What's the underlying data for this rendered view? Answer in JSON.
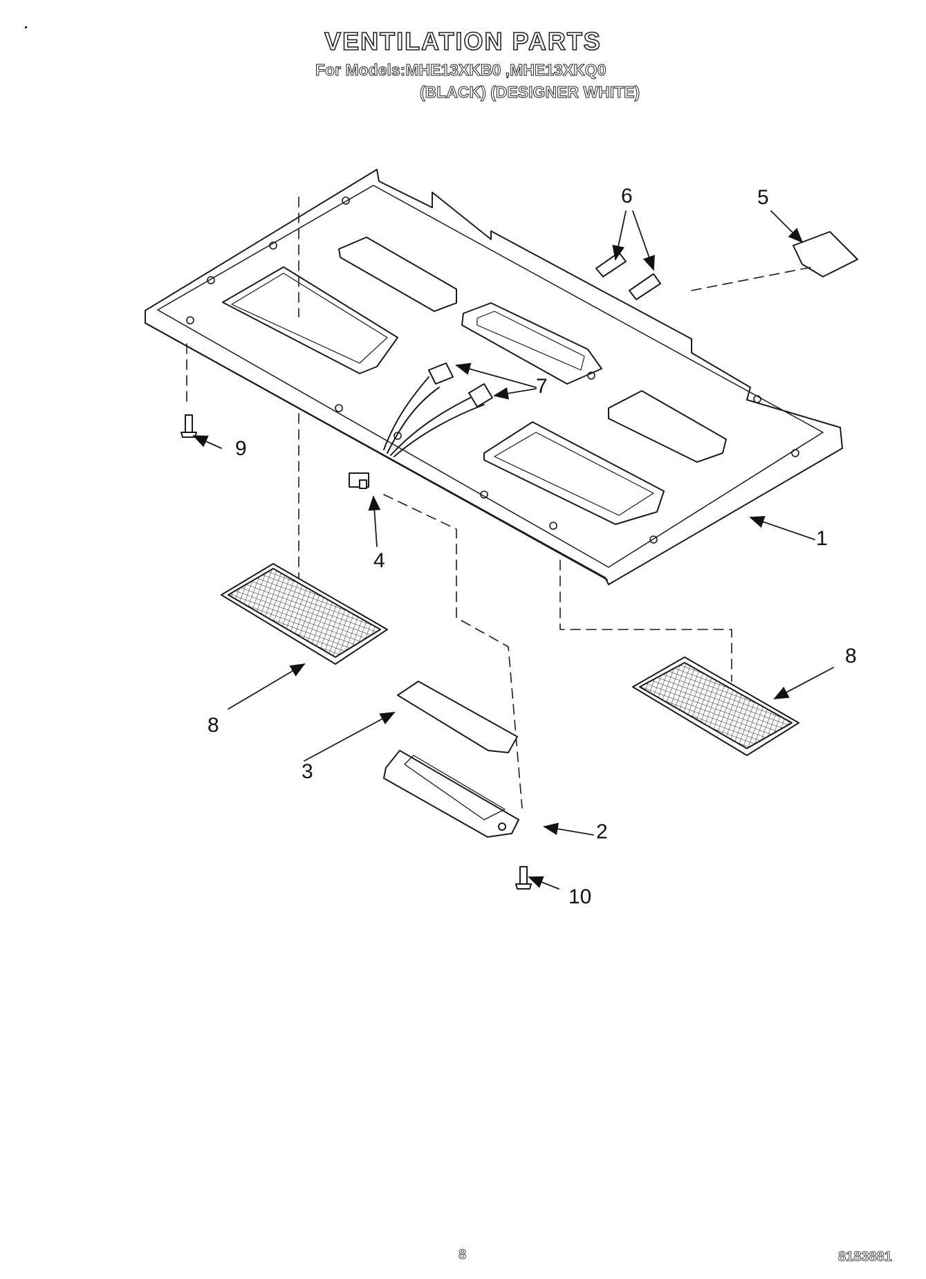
{
  "header": {
    "title": "VENTILATION PARTS",
    "models_line": "For Models:MHE13XKB0 ,MHE13XKQ0",
    "colors_line": "(BLACK) (DESIGNER WHITE)"
  },
  "callouts": [
    "1",
    "2",
    "3",
    "4",
    "5",
    "6",
    "7",
    "8",
    "8",
    "9",
    "10"
  ],
  "footer": {
    "page_number": "8",
    "doc_number": "8183881"
  }
}
